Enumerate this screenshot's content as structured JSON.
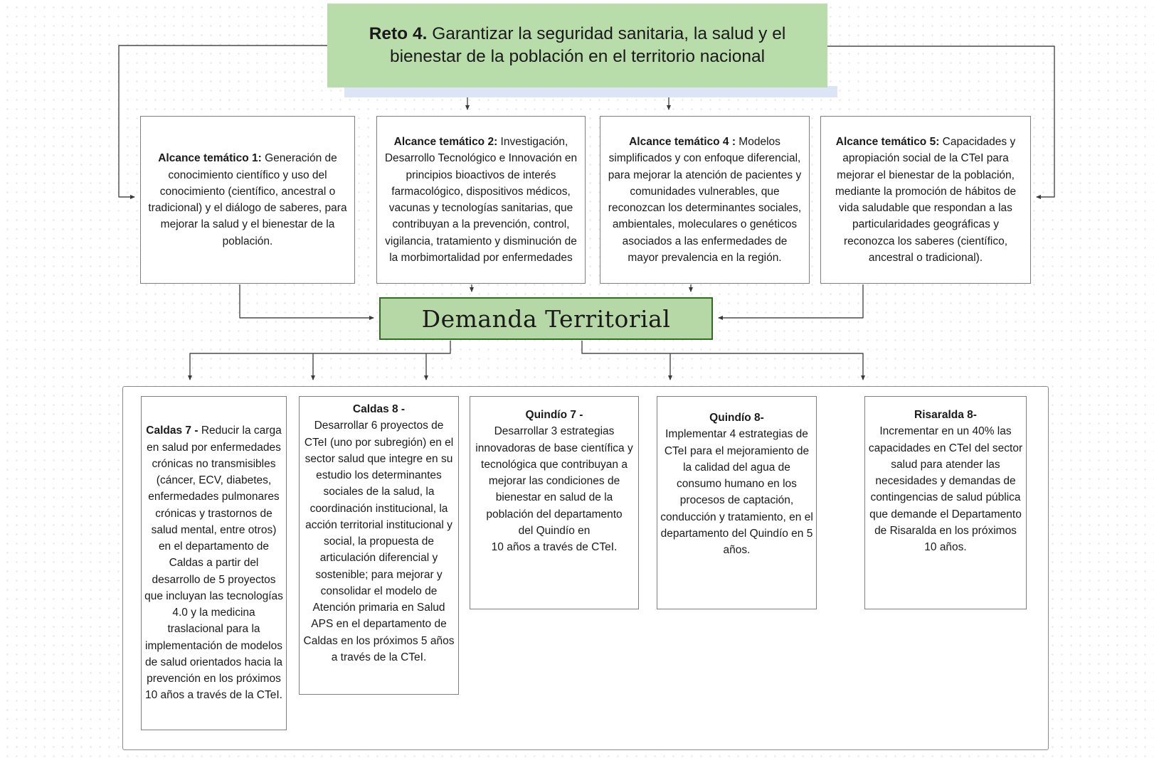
{
  "colors": {
    "box_green": "#b9dcab",
    "dt_green": "#b5d8a6",
    "dt_border": "#2f6d20",
    "shadow_blue": "#dbe5f6",
    "line_gray": "#4a4a4a"
  },
  "reto": {
    "label": "Reto 4.",
    "text": " Garantizar la seguridad sanitaria, la salud y el bienestar de la población en el territorio nacional"
  },
  "alcances": [
    {
      "label": "Alcance temático 1:",
      "text": " Generación de conocimiento científico y uso del conocimiento (científico, ancestral o tradicional) y el diálogo de saberes, para mejorar la salud y el bienestar de la población."
    },
    {
      "label": "Alcance temático 2:",
      "text": " Investigación, Desarrollo Tecnológico e Innovación en principios bioactivos de interés farmacológico, dispositivos médicos, vacunas y tecnologías sanitarias, que contribuyan a la prevención, control, vigilancia, tratamiento y disminución de la morbimortalidad por enfermedades"
    },
    {
      "label": "Alcance temático 4 :",
      "text": " Modelos simplificados y con enfoque diferencial, para mejorar la atención de pacientes y comunidades vulnerables, que reconozcan los determinantes sociales, ambientales, moleculares o genéticos asociados a las enfermedades de mayor prevalencia en la región."
    },
    {
      "label": "Alcance temático 5:",
      "text": " Capacidades y apropiación social de la CTeI para mejorar el bienestar de la población, mediante la promoción de hábitos de vida saludable que respondan a las particularidades geográficas y reconozca los saberes (científico, ancestral o tradicional)."
    }
  ],
  "demanda_territorial": {
    "label": "Demanda Territorial"
  },
  "demandas": [
    {
      "label": "Caldas 7 -",
      "text": " Reducir la carga en salud por enfermedades crónicas no transmisibles (cáncer, ECV, diabetes, enfermedades pulmonares crónicas y trastornos de salud mental, entre otros) en el departamento de Caldas a partir del desarrollo de 5 proyectos que incluyan las tecnologías 4.0 y la medicina traslacional para la implementación de modelos de salud orientados hacia la prevención en los próximos 10 años a través de la CTeI."
    },
    {
      "label": "Caldas 8 -",
      "text": "Desarrollar 6 proyectos de CTeI (uno por subregión) en el sector salud que integre en su estudio los determinantes sociales de la salud, la coordinación institucional, la acción territorial institucional y social, la propuesta de articulación diferencial y sostenible; para mejorar y consolidar el modelo de Atención primaria en Salud APS en el departamento de Caldas en los próximos 5 años a través de la CTeI."
    },
    {
      "label": "Quindío 7 -",
      "text": "Desarrollar 3 estrategias innovadoras de base científica y tecnológica que contribuyan a mejorar las condiciones de bienestar en salud de la población del departamento\ndel Quindío en\n10 años a través de CTeI."
    },
    {
      "label": "Quindío 8-",
      "text": "Implementar 4 estrategias de CTeI para el mejoramiento de la calidad del agua de consumo humano en los procesos de captación, conducción y tratamiento, en el departamento del Quindío en 5 años."
    },
    {
      "label": "Risaralda 8-",
      "text": "Incrementar en un 40% las capacidades en CTeI del sector salud para atender las necesidades y demandas de contingencias de salud pública que demande el Departamento de Risaralda en los próximos 10 años."
    }
  ]
}
